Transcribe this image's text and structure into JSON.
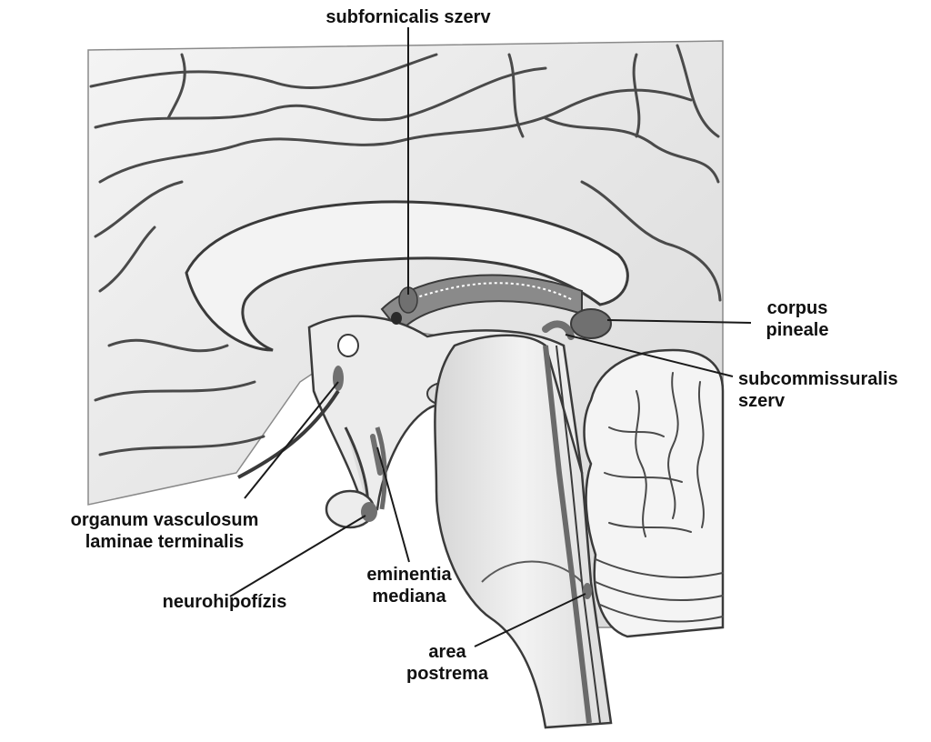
{
  "labels": {
    "subfornical": "subfornicalis szerv",
    "pineal": [
      "corpus",
      "pineale"
    ],
    "subcommissural": [
      "subcommissuralis",
      "szerv"
    ],
    "ovlt": [
      "organum vasculosum",
      "laminae terminalis"
    ],
    "neurohypophysis": "neurohipofízis",
    "median_eminence": [
      "eminentia",
      "mediana"
    ],
    "area_postrema": [
      "area",
      "postrema"
    ]
  },
  "colors": {
    "leader": "#1a1a1a",
    "organ": "#707070",
    "tissue": "#efefef",
    "outline": "#3a3a3a"
  }
}
